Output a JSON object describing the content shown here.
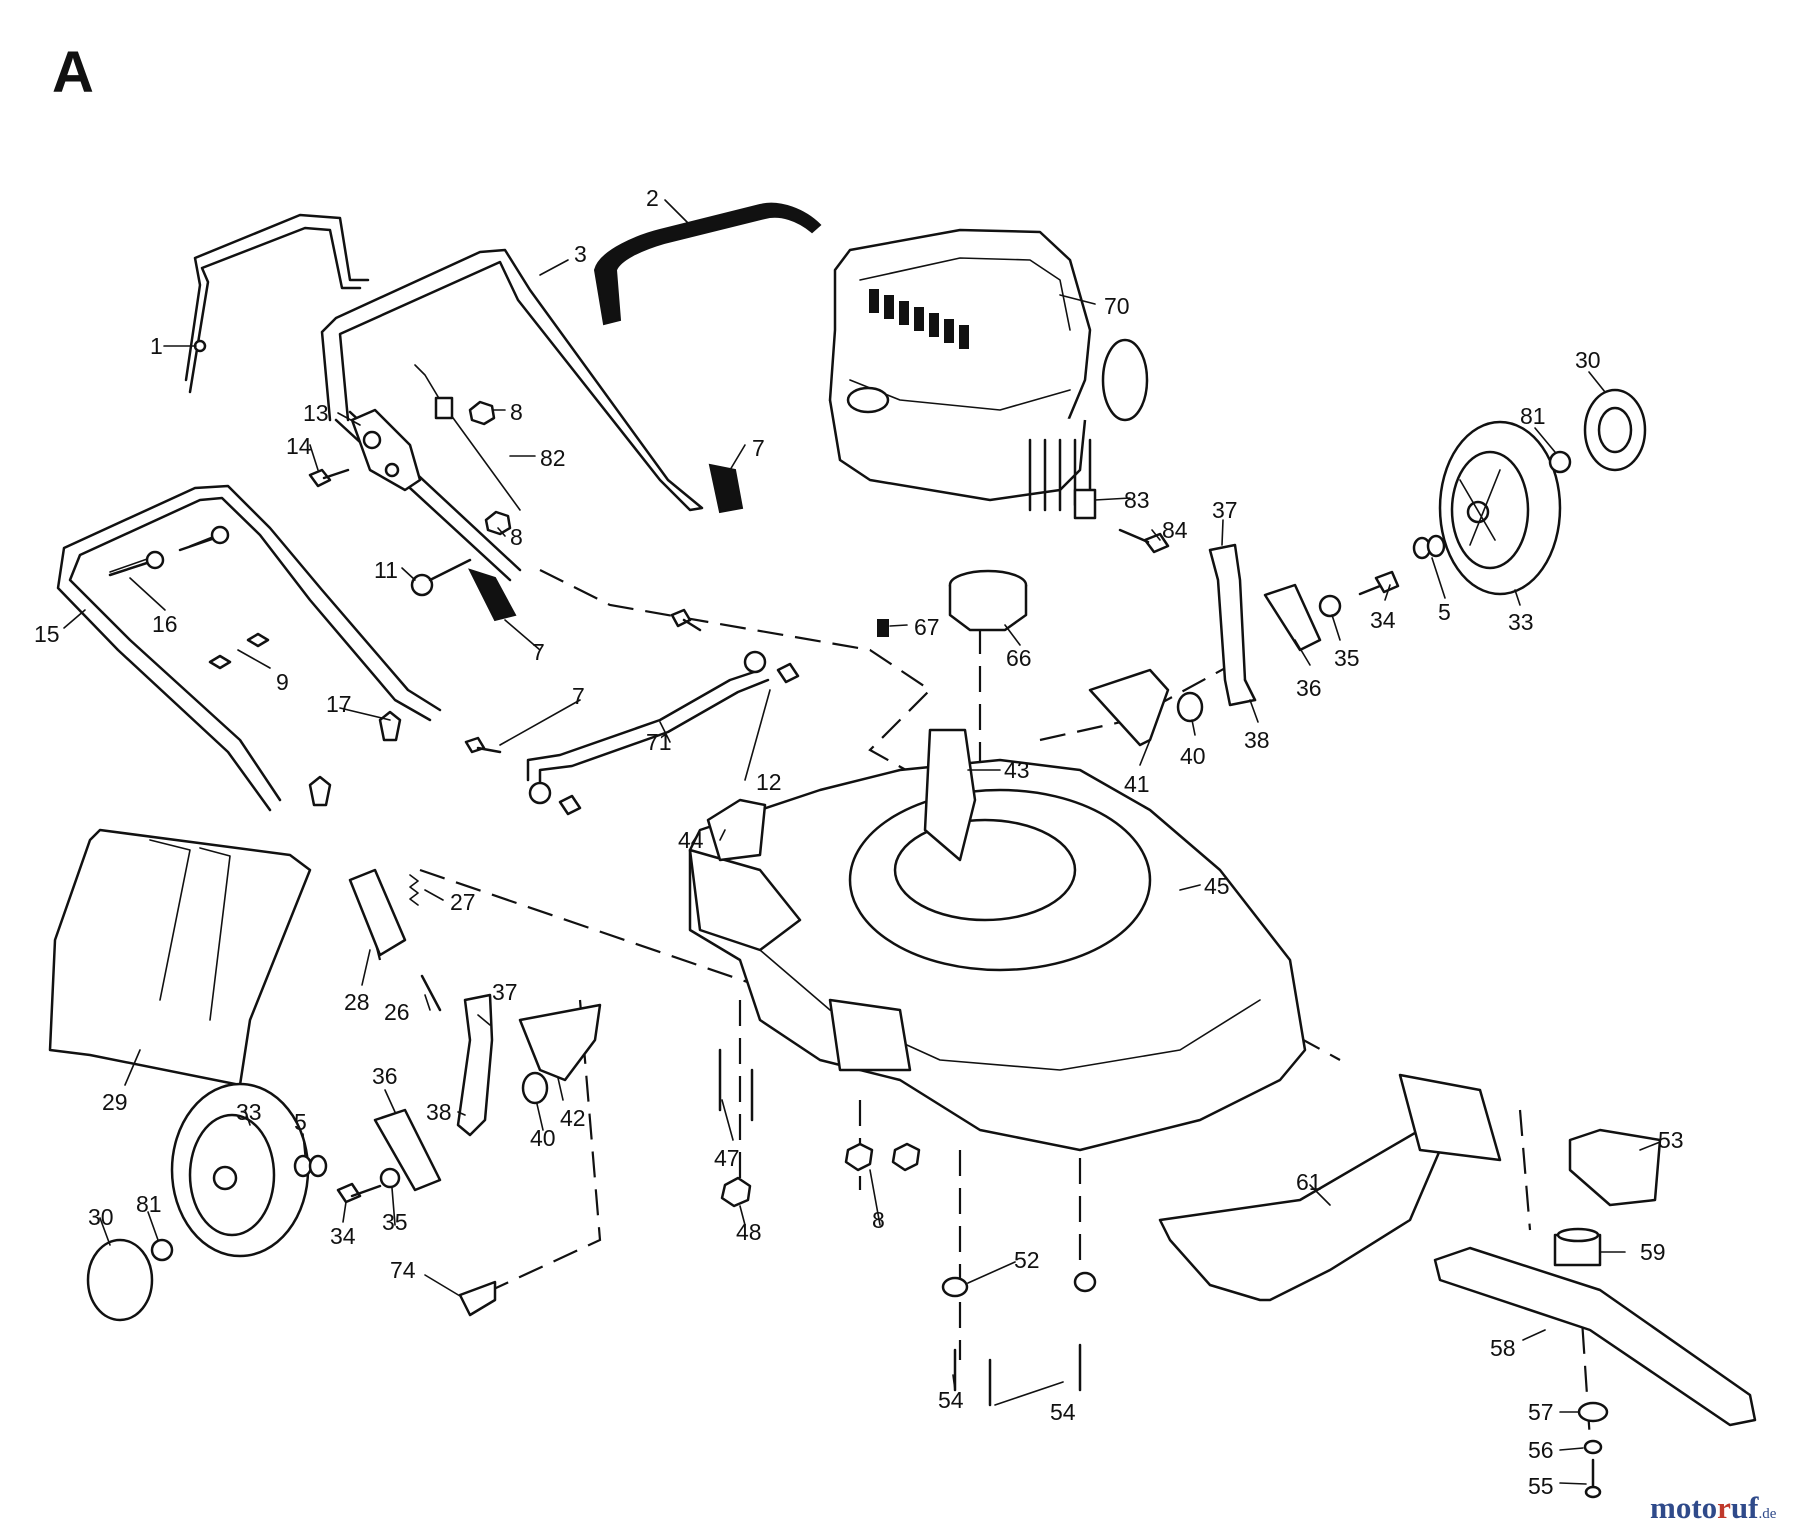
{
  "panel_letter": "A",
  "brand": {
    "parts": [
      {
        "text": "moto",
        "color": "#2f4a8a"
      },
      {
        "text": "r",
        "color": "#c0392b"
      },
      {
        "text": "uf",
        "color": "#2f4a8a"
      }
    ],
    "tld": ".de"
  },
  "callouts": [
    {
      "id": "c1",
      "text": "1"
    },
    {
      "id": "c2",
      "text": "2"
    },
    {
      "id": "c3",
      "text": "3"
    },
    {
      "id": "c70",
      "text": "70"
    },
    {
      "id": "c30",
      "text": "30"
    },
    {
      "id": "c13",
      "text": "13"
    },
    {
      "id": "c8a",
      "text": "8"
    },
    {
      "id": "c14",
      "text": "14"
    },
    {
      "id": "c82",
      "text": "82"
    },
    {
      "id": "c7a",
      "text": "7"
    },
    {
      "id": "c81a",
      "text": "81"
    },
    {
      "id": "c83",
      "text": "83"
    },
    {
      "id": "c37a",
      "text": "37"
    },
    {
      "id": "c8b",
      "text": "8"
    },
    {
      "id": "c84",
      "text": "84"
    },
    {
      "id": "c11",
      "text": "11"
    },
    {
      "id": "c67",
      "text": "67"
    },
    {
      "id": "c15",
      "text": "15"
    },
    {
      "id": "c16",
      "text": "16"
    },
    {
      "id": "c7b",
      "text": "7"
    },
    {
      "id": "c66",
      "text": "66"
    },
    {
      "id": "c34a",
      "text": "34"
    },
    {
      "id": "c5a",
      "text": "5"
    },
    {
      "id": "c33a",
      "text": "33"
    },
    {
      "id": "c35a",
      "text": "35"
    },
    {
      "id": "c9",
      "text": "9"
    },
    {
      "id": "c36a",
      "text": "36"
    },
    {
      "id": "c17",
      "text": "17"
    },
    {
      "id": "c7c",
      "text": "7"
    },
    {
      "id": "c71",
      "text": "71"
    },
    {
      "id": "c40a",
      "text": "40"
    },
    {
      "id": "c38a",
      "text": "38"
    },
    {
      "id": "c43",
      "text": "43"
    },
    {
      "id": "c12",
      "text": "12"
    },
    {
      "id": "c41",
      "text": "41"
    },
    {
      "id": "c44",
      "text": "44"
    },
    {
      "id": "c45",
      "text": "45"
    },
    {
      "id": "c27",
      "text": "27"
    },
    {
      "id": "c28",
      "text": "28"
    },
    {
      "id": "c26",
      "text": "26"
    },
    {
      "id": "c37b",
      "text": "37"
    },
    {
      "id": "c29",
      "text": "29"
    },
    {
      "id": "c36b",
      "text": "36"
    },
    {
      "id": "c33b",
      "text": "33"
    },
    {
      "id": "c38b",
      "text": "38"
    },
    {
      "id": "c42",
      "text": "42"
    },
    {
      "id": "c5b",
      "text": "5"
    },
    {
      "id": "c40b",
      "text": "40"
    },
    {
      "id": "c47",
      "text": "47"
    },
    {
      "id": "c53",
      "text": "53"
    },
    {
      "id": "c61",
      "text": "61"
    },
    {
      "id": "c30b",
      "text": "30"
    },
    {
      "id": "c81b",
      "text": "81"
    },
    {
      "id": "c34b",
      "text": "34"
    },
    {
      "id": "c35b",
      "text": "35"
    },
    {
      "id": "c48",
      "text": "48"
    },
    {
      "id": "c8c",
      "text": "8"
    },
    {
      "id": "c59",
      "text": "59"
    },
    {
      "id": "c74",
      "text": "74"
    },
    {
      "id": "c52",
      "text": "52"
    },
    {
      "id": "c58",
      "text": "58"
    },
    {
      "id": "c54a",
      "text": "54"
    },
    {
      "id": "c54b",
      "text": "54"
    },
    {
      "id": "c57",
      "text": "57"
    },
    {
      "id": "c56",
      "text": "56"
    },
    {
      "id": "c55",
      "text": "55"
    }
  ]
}
